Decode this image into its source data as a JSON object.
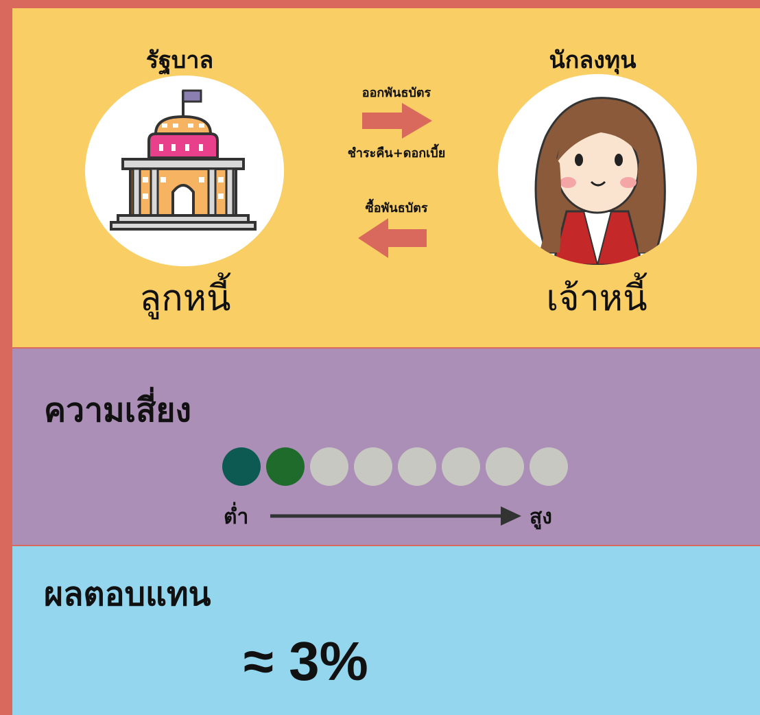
{
  "parties": {
    "government": {
      "role": "รัฐบาล",
      "label": "ลูกหนี้",
      "icon": "government-building-icon"
    },
    "investor": {
      "role": "นักลงทุน",
      "label": "เจ้าหนี้",
      "icon": "investor-avatar-icon"
    }
  },
  "flows": {
    "issue": "ออกพันธบัตร",
    "repay": "ชำระคืน+ดอกเบี้ย",
    "buy": "ซื้อพันธบัตร"
  },
  "risk": {
    "heading": "ความเสี่ยง",
    "level": 2,
    "max": 8,
    "low_label": "ต่ำ",
    "high_label": "สูง",
    "colors": {
      "filled": [
        "#0d5a52",
        "#1f6b2b"
      ],
      "empty": "#c8c8c2"
    }
  },
  "returns": {
    "heading": "ผลตอบแทน",
    "value": "≈ 3%"
  },
  "colors": {
    "frame": "#d9695c",
    "top_bg": "#f9ce65",
    "mid_bg": "#ab8fb7",
    "bot_bg": "#93d6ee",
    "arrow": "#d9695c"
  }
}
